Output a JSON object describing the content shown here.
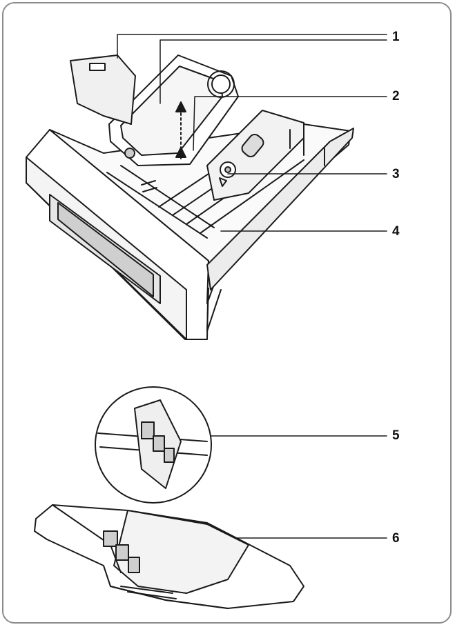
{
  "callouts": [
    {
      "id": "1",
      "label": "1"
    },
    {
      "id": "2",
      "label": "2"
    },
    {
      "id": "3",
      "label": "3"
    },
    {
      "id": "4",
      "label": "4"
    },
    {
      "id": "5",
      "label": "5"
    },
    {
      "id": "6",
      "label": "6"
    }
  ],
  "colors": {
    "line": "#1a1a1a",
    "frame": "#8a8a8a",
    "shade": "#d9d9d9"
  }
}
